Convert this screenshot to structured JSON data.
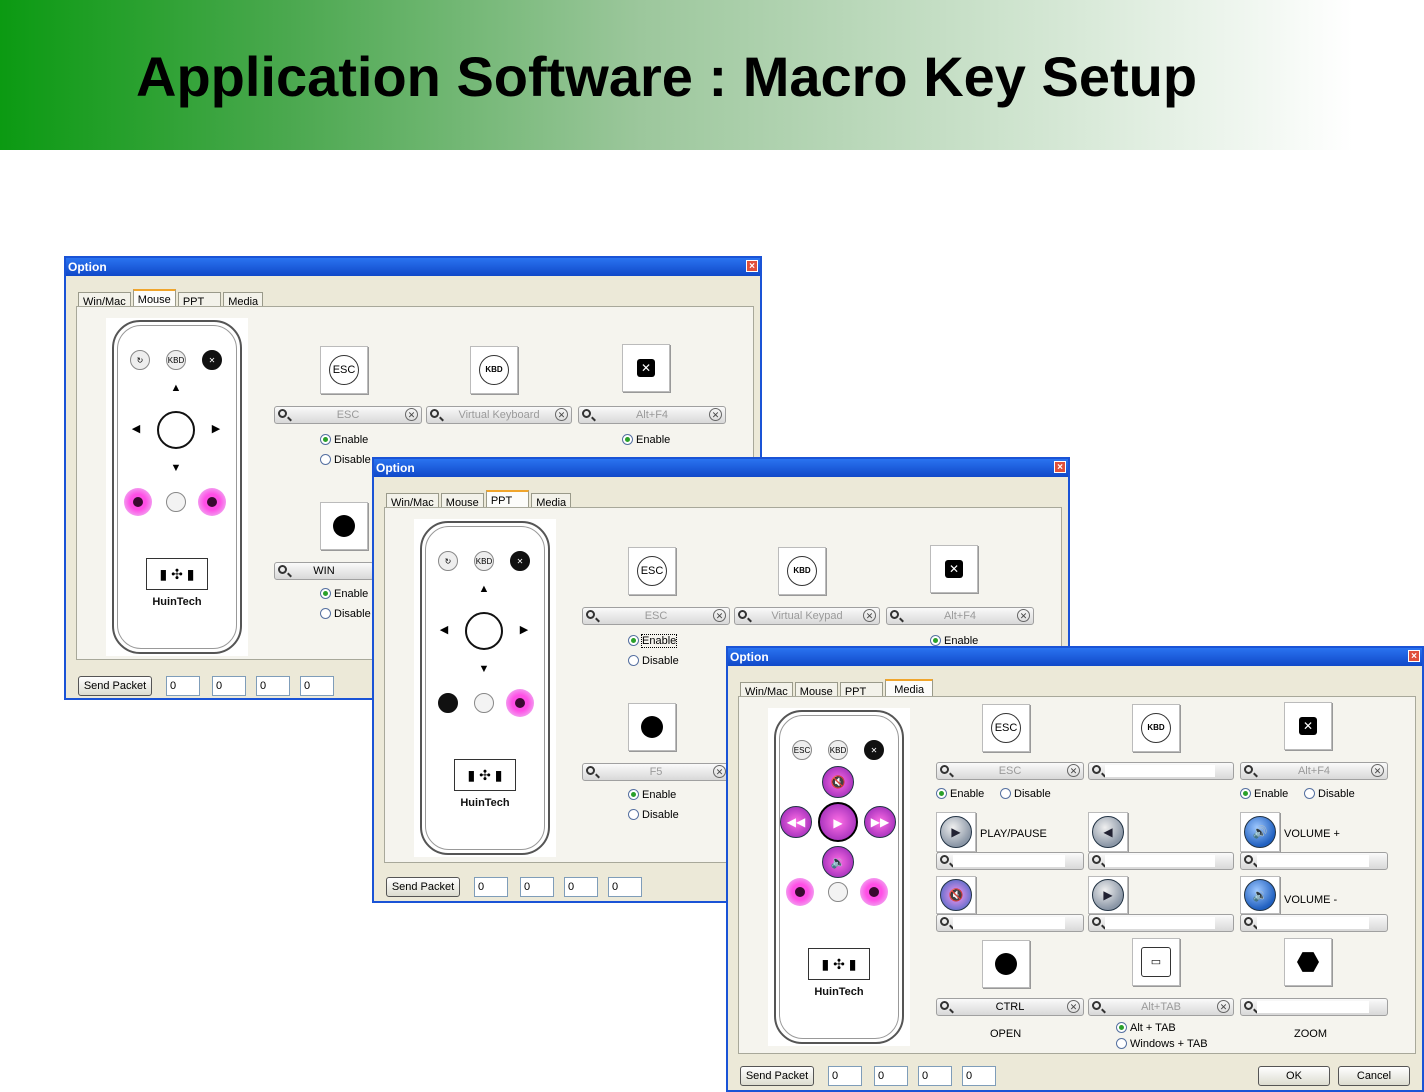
{
  "slide": {
    "title": "Application Software : Macro Key Setup"
  },
  "dialog": {
    "title": "Option",
    "close_glyph": "×"
  },
  "tabs": [
    "Win/Mac",
    "Mouse",
    "PPT",
    "Media"
  ],
  "remote": {
    "brand": "HuinTech",
    "esc": "ESC",
    "kbd": "KBD"
  },
  "win1": {
    "keys": [
      "ESC",
      "KBD"
    ],
    "fields": [
      "ESC",
      "Virtual Keyboard",
      "Alt+F4",
      "WIN"
    ],
    "radio_enable": "Enable",
    "radio_disable": "Disable"
  },
  "win2": {
    "keys": [
      "ESC",
      "KBD"
    ],
    "fields": [
      "ESC",
      "Virtual Keypad",
      "Alt+F4",
      "F5"
    ],
    "radio_enable": "Enable",
    "radio_disable": "Disable"
  },
  "win3": {
    "keys": [
      "ESC",
      "KBD"
    ],
    "fields": [
      "ESC",
      "",
      "Alt+F4",
      "CTRL",
      "Alt+TAB"
    ],
    "radio_enable": "Enable",
    "radio_disable": "Disable",
    "labels": {
      "play_pause": "PLAY/PAUSE",
      "vol_up": "VOLUME +",
      "vol_down": "VOLUME -",
      "open": "OPEN",
      "zoom": "ZOOM"
    },
    "alt_tab": "Alt + TAB",
    "win_tab": "Windows + TAB",
    "ok": "OK",
    "cancel": "Cancel"
  },
  "footer": {
    "send_packet": "Send Packet",
    "values": [
      "0",
      "0",
      "0",
      "0"
    ]
  },
  "colors": {
    "accent": "#1a53d6",
    "pink": "#ff4fe6",
    "tab_active": "#f0a52c"
  }
}
